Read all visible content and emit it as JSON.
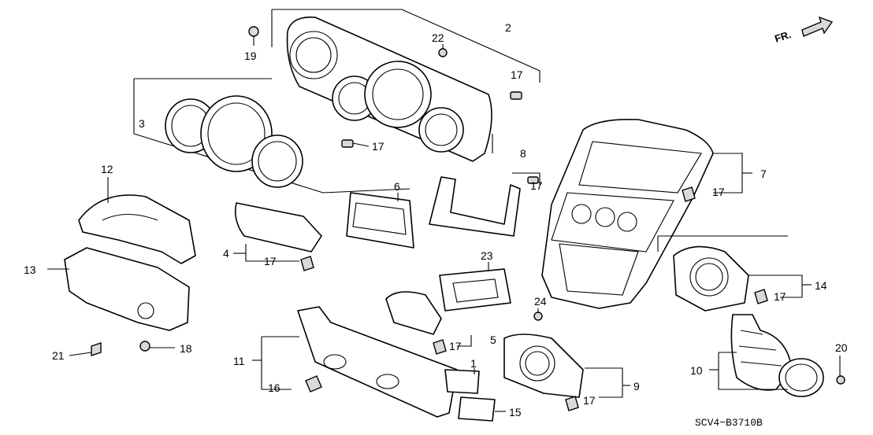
{
  "diagram_code": "SCV4−B3710B",
  "direction_label": "FR.",
  "callouts": {
    "c1": "1",
    "c2": "2",
    "c3": "3",
    "c4": "4",
    "c5": "5",
    "c6": "6",
    "c7": "7",
    "c8": "8",
    "c9": "9",
    "c10": "10",
    "c11": "11",
    "c12": "12",
    "c13": "13",
    "c14": "14",
    "c15": "15",
    "c16": "16",
    "c17": "17",
    "c18": "18",
    "c19": "19",
    "c20": "20",
    "c21": "21",
    "c22": "22",
    "c23": "23",
    "c24": "24"
  }
}
